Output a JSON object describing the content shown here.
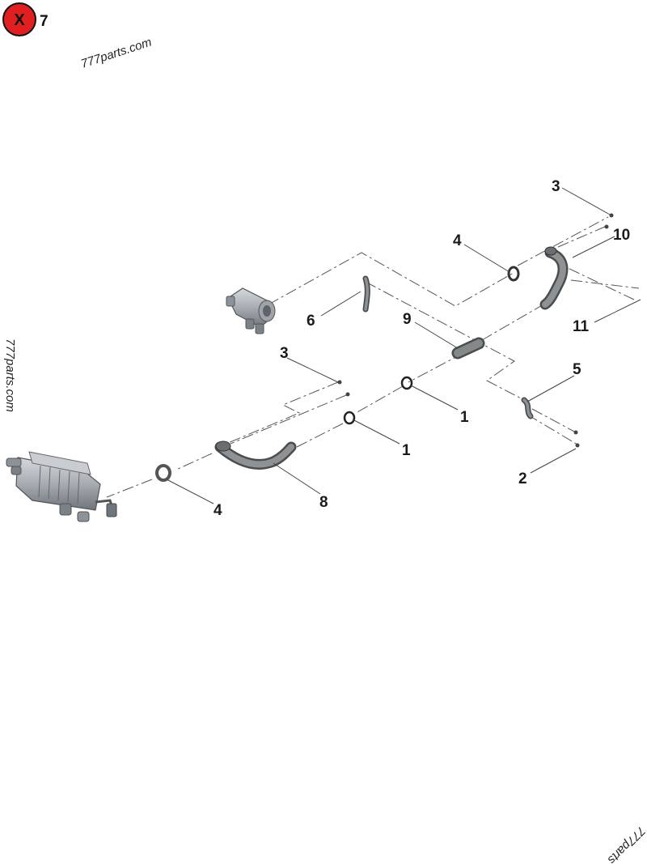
{
  "header": {
    "badge_letter": "X",
    "badge_color": "#e02020",
    "group_number": "7"
  },
  "watermarks": {
    "top": "777parts.com",
    "left": "777parts.com",
    "bottom": "777parts"
  },
  "callouts": {
    "c1a": "1",
    "c1b": "1",
    "c2": "2",
    "c3a": "3",
    "c3b": "3",
    "c4a": "4",
    "c4b": "4",
    "c5": "5",
    "c6": "6",
    "c8": "8",
    "c9": "9",
    "c10": "10",
    "c11": "11"
  }
}
